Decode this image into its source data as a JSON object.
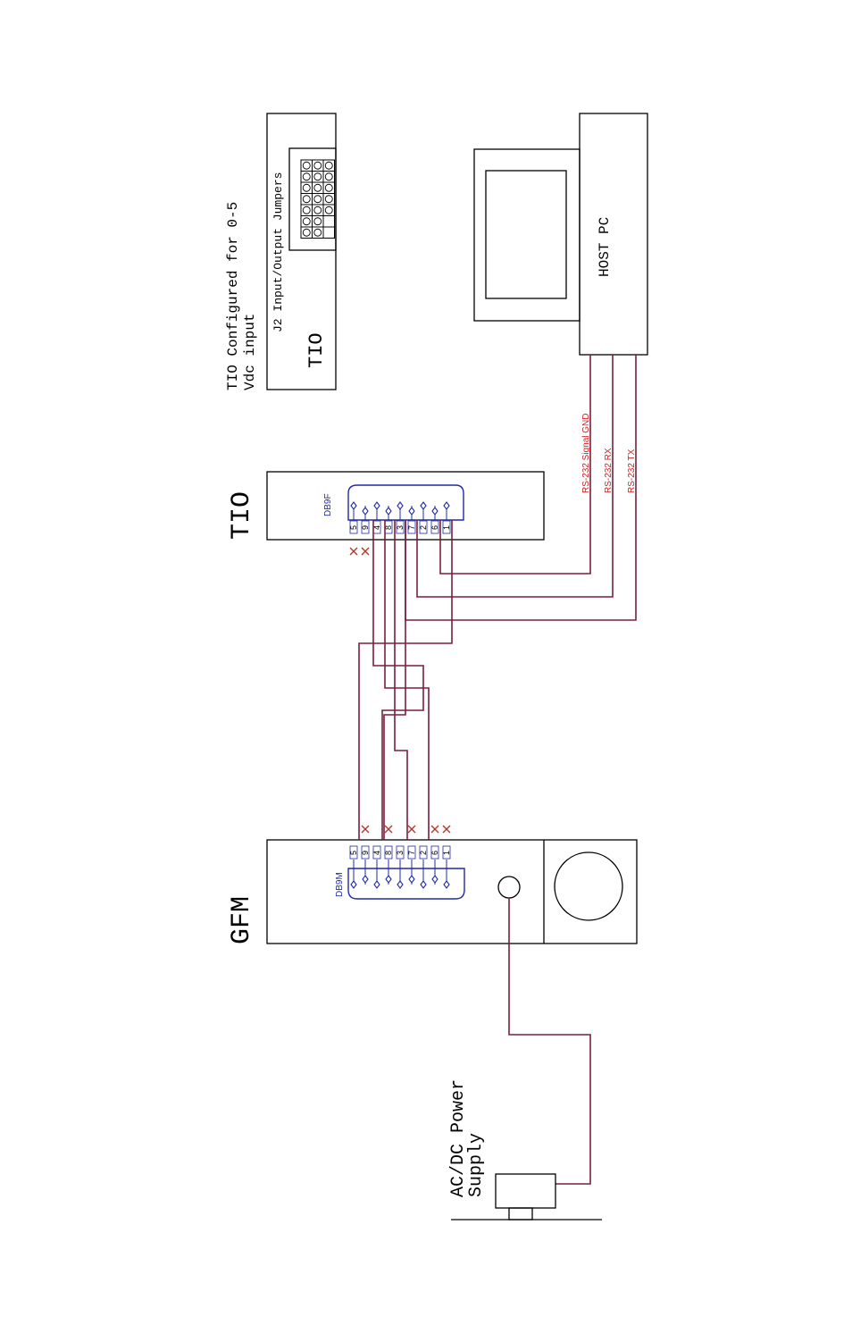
{
  "labels": {
    "tio_config_line1": "TIO Configured for 0-5",
    "tio_config_line2": "Vdc input",
    "jumper_title": "J2 Input/Output Jumpers",
    "tio_small": "TIO",
    "tio_big": "TIO",
    "gfm": "GFM",
    "host_pc": "HOST PC",
    "power_line1": "AC/DC Power",
    "power_line2": "Supply",
    "db9f": "DB9F",
    "db9m": "DB9M"
  },
  "pins": [
    "5",
    "9",
    "4",
    "8",
    "3",
    "7",
    "2",
    "6",
    "1"
  ],
  "signals": [
    "RS-232 Signal GND",
    "RS-232 RX",
    "RS-232 TX"
  ],
  "colors": {
    "wire": "#7a1f3d",
    "connector": "#1f2aa6",
    "signal_text": "#d62020",
    "no_connect": "#b5372a"
  }
}
